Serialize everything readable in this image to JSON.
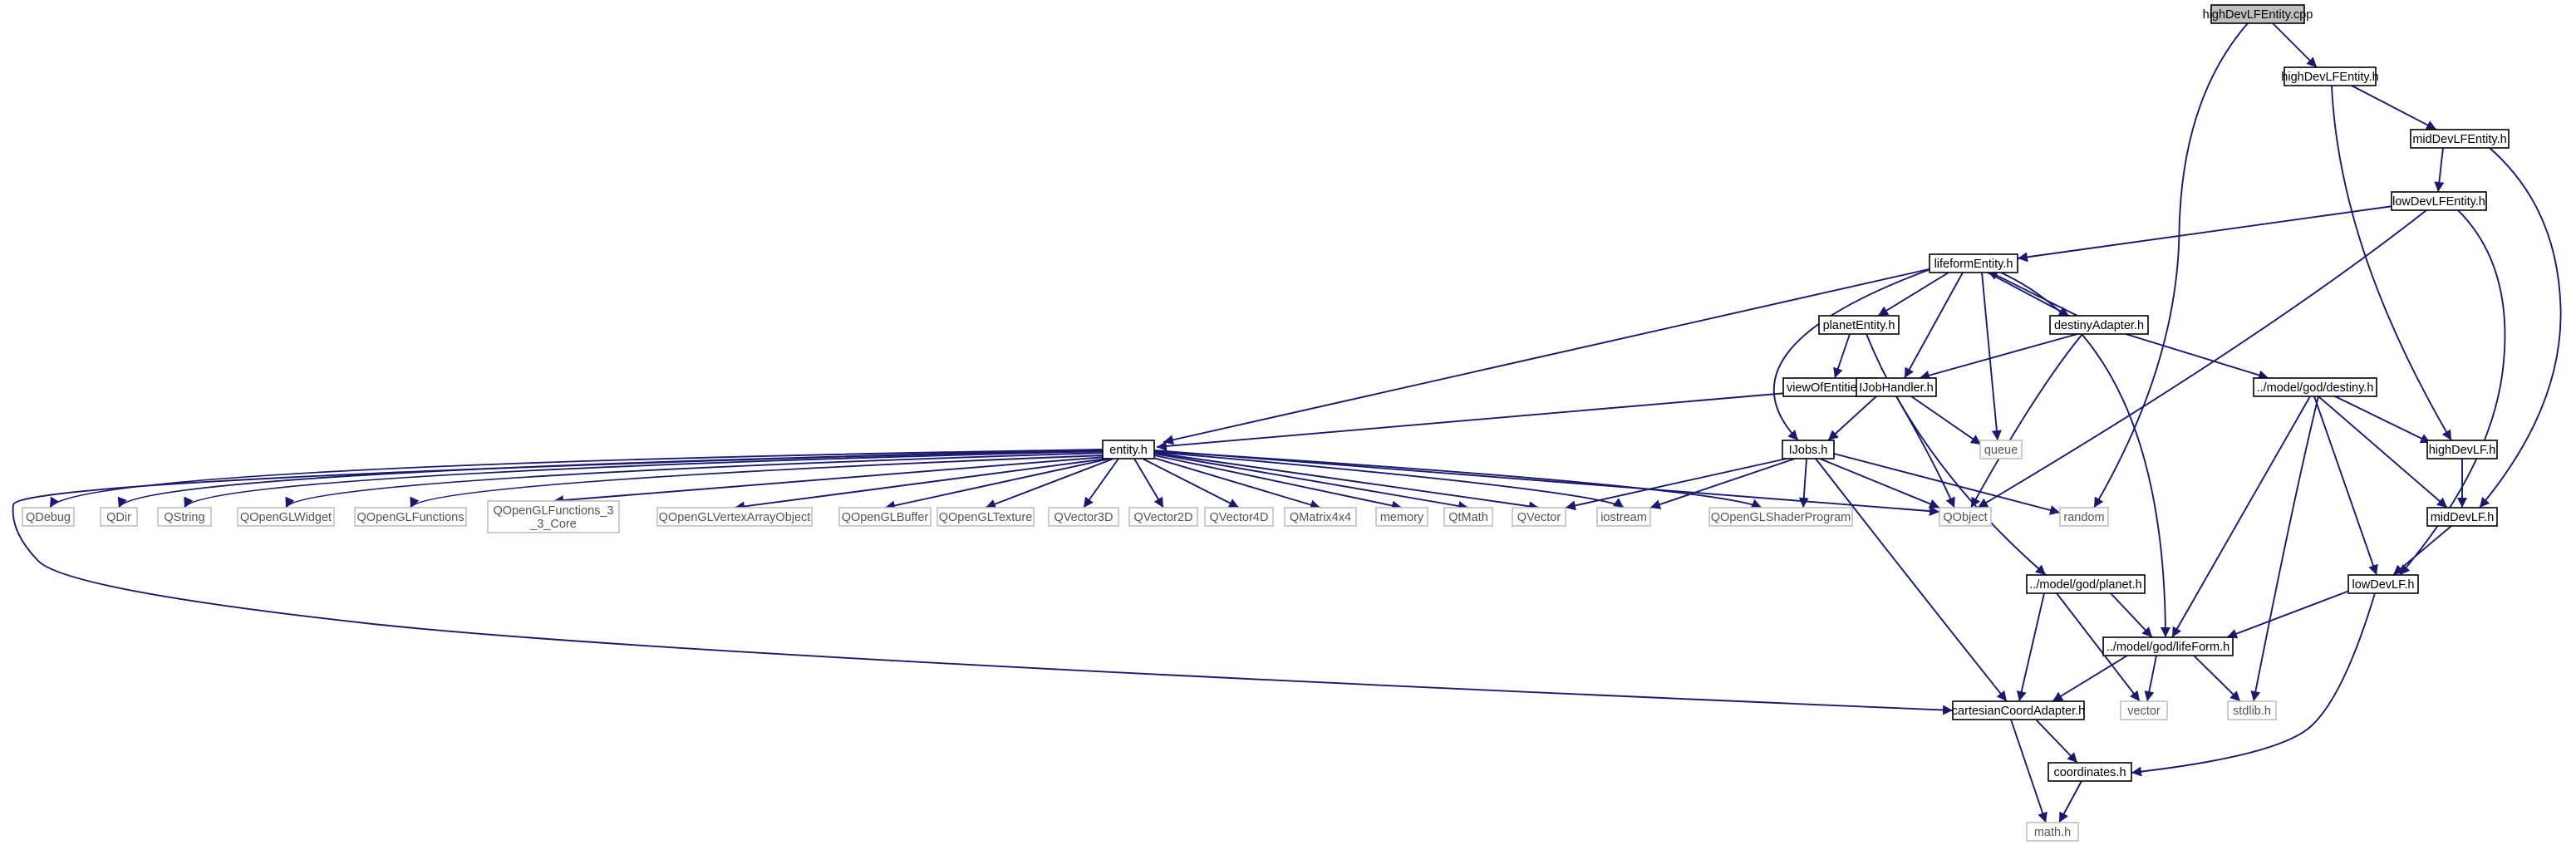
{
  "colors": {
    "edge": "#191970",
    "node_border": "#000000",
    "external_border": "#bfbfbf",
    "external_text": "#555555",
    "root_fill": "#bfbfbf",
    "node_fill": "#ffffff"
  },
  "graph": {
    "nodes": [
      {
        "id": "root",
        "label": "highDevLFEntity.cpp",
        "kind": "root"
      },
      {
        "id": "hdle_h",
        "label": "highDevLFEntity.h",
        "kind": "local"
      },
      {
        "id": "mdle_h",
        "label": "midDevLFEntity.h",
        "kind": "local"
      },
      {
        "id": "ldle_h",
        "label": "lowDevLFEntity.h",
        "kind": "local"
      },
      {
        "id": "lfe_h",
        "label": "lifeformEntity.h",
        "kind": "local"
      },
      {
        "id": "planetEntity",
        "label": "planetEntity.h",
        "kind": "local"
      },
      {
        "id": "destinyAdapter",
        "label": "destinyAdapter.h",
        "kind": "local"
      },
      {
        "id": "viewOfEntities",
        "label": "viewOfEntities.h",
        "kind": "local"
      },
      {
        "id": "IJobHandler",
        "label": "IJobHandler.h",
        "kind": "local"
      },
      {
        "id": "destiny_h",
        "label": "../model/god/destiny.h",
        "kind": "local"
      },
      {
        "id": "entity_h",
        "label": "entity.h",
        "kind": "local"
      },
      {
        "id": "IJobs_h",
        "label": "IJobs.h",
        "kind": "local"
      },
      {
        "id": "queue",
        "label": "queue",
        "kind": "external"
      },
      {
        "id": "highDevLF",
        "label": "highDevLF.h",
        "kind": "local"
      },
      {
        "id": "QDebug",
        "label": "QDebug",
        "kind": "external"
      },
      {
        "id": "QDir",
        "label": "QDir",
        "kind": "external"
      },
      {
        "id": "QString",
        "label": "QString",
        "kind": "external"
      },
      {
        "id": "QOpenGLWidget",
        "label": "QOpenGLWidget",
        "kind": "external"
      },
      {
        "id": "QOpenGLFunctions",
        "label": "QOpenGLFunctions",
        "kind": "external"
      },
      {
        "id": "QOpenGLFunctions33",
        "label": "QOpenGLFunctions_3|_3_Core",
        "kind": "external"
      },
      {
        "id": "QOpenGLVAO",
        "label": "QOpenGLVertexArrayObject",
        "kind": "external"
      },
      {
        "id": "QOpenGLBuffer",
        "label": "QOpenGLBuffer",
        "kind": "external"
      },
      {
        "id": "QOpenGLTexture",
        "label": "QOpenGLTexture",
        "kind": "external"
      },
      {
        "id": "QVector3D",
        "label": "QVector3D",
        "kind": "external"
      },
      {
        "id": "QVector2D",
        "label": "QVector2D",
        "kind": "external"
      },
      {
        "id": "QVector4D",
        "label": "QVector4D",
        "kind": "external"
      },
      {
        "id": "QMatrix4x4",
        "label": "QMatrix4x4",
        "kind": "external"
      },
      {
        "id": "memory",
        "label": "memory",
        "kind": "external"
      },
      {
        "id": "QtMath",
        "label": "QtMath",
        "kind": "external"
      },
      {
        "id": "QVector",
        "label": "QVector",
        "kind": "external"
      },
      {
        "id": "iostream",
        "label": "iostream",
        "kind": "external"
      },
      {
        "id": "QOpenGLShaderProgram",
        "label": "QOpenGLShaderProgram",
        "kind": "external"
      },
      {
        "id": "QObject",
        "label": "QObject",
        "kind": "external"
      },
      {
        "id": "random",
        "label": "random",
        "kind": "external"
      },
      {
        "id": "midDevLF",
        "label": "midDevLF.h",
        "kind": "local"
      },
      {
        "id": "planet_h",
        "label": "../model/god/planet.h",
        "kind": "local"
      },
      {
        "id": "lowDevLF",
        "label": "lowDevLF.h",
        "kind": "local"
      },
      {
        "id": "lifeForm_h",
        "label": "../model/god/lifeForm.h",
        "kind": "local"
      },
      {
        "id": "cartesian",
        "label": "cartesianCoordAdapter.h",
        "kind": "local"
      },
      {
        "id": "vector",
        "label": "vector",
        "kind": "external"
      },
      {
        "id": "stdlib",
        "label": "stdlib.h",
        "kind": "external"
      },
      {
        "id": "coordinates",
        "label": "coordinates.h",
        "kind": "local"
      },
      {
        "id": "math_h",
        "label": "math.h",
        "kind": "external"
      }
    ],
    "edges": [
      [
        "root",
        "hdle_h"
      ],
      [
        "root",
        "random"
      ],
      [
        "hdle_h",
        "mdle_h"
      ],
      [
        "hdle_h",
        "highDevLF"
      ],
      [
        "mdle_h",
        "ldle_h"
      ],
      [
        "mdle_h",
        "midDevLF"
      ],
      [
        "ldle_h",
        "lfe_h"
      ],
      [
        "ldle_h",
        "QObject"
      ],
      [
        "ldle_h",
        "lowDevLF"
      ],
      [
        "lfe_h",
        "planetEntity"
      ],
      [
        "lfe_h",
        "destinyAdapter"
      ],
      [
        "lfe_h",
        "entity_h"
      ],
      [
        "lfe_h",
        "IJobs_h"
      ],
      [
        "lfe_h",
        "IJobHandler"
      ],
      [
        "lfe_h",
        "queue"
      ],
      [
        "lfe_h",
        "lifeForm_h"
      ],
      [
        "destinyAdapter",
        "lfe_h"
      ],
      [
        "destinyAdapter",
        "IJobHandler"
      ],
      [
        "destinyAdapter",
        "destiny_h"
      ],
      [
        "destinyAdapter",
        "QObject"
      ],
      [
        "planetEntity",
        "viewOfEntities"
      ],
      [
        "planetEntity",
        "planet_h"
      ],
      [
        "viewOfEntities",
        "entity_h"
      ],
      [
        "IJobHandler",
        "IJobs_h"
      ],
      [
        "IJobHandler",
        "queue"
      ],
      [
        "IJobHandler",
        "QObject"
      ],
      [
        "destiny_h",
        "highDevLF"
      ],
      [
        "destiny_h",
        "midDevLF"
      ],
      [
        "destiny_h",
        "lowDevLF"
      ],
      [
        "destiny_h",
        "lifeForm_h"
      ],
      [
        "destiny_h",
        "stdlib"
      ],
      [
        "entity_h",
        "QDebug"
      ],
      [
        "entity_h",
        "QDir"
      ],
      [
        "entity_h",
        "QString"
      ],
      [
        "entity_h",
        "QOpenGLWidget"
      ],
      [
        "entity_h",
        "QOpenGLFunctions"
      ],
      [
        "entity_h",
        "QOpenGLFunctions33"
      ],
      [
        "entity_h",
        "QOpenGLVAO"
      ],
      [
        "entity_h",
        "QOpenGLBuffer"
      ],
      [
        "entity_h",
        "QOpenGLTexture"
      ],
      [
        "entity_h",
        "QVector3D"
      ],
      [
        "entity_h",
        "QVector2D"
      ],
      [
        "entity_h",
        "QVector4D"
      ],
      [
        "entity_h",
        "QMatrix4x4"
      ],
      [
        "entity_h",
        "memory"
      ],
      [
        "entity_h",
        "QtMath"
      ],
      [
        "entity_h",
        "QVector"
      ],
      [
        "entity_h",
        "iostream"
      ],
      [
        "entity_h",
        "QOpenGLShaderProgram"
      ],
      [
        "entity_h",
        "QObject"
      ],
      [
        "entity_h",
        "cartesian"
      ],
      [
        "IJobs_h",
        "QVector"
      ],
      [
        "IJobs_h",
        "iostream"
      ],
      [
        "IJobs_h",
        "QOpenGLShaderProgram"
      ],
      [
        "IJobs_h",
        "QObject"
      ],
      [
        "IJobs_h",
        "random"
      ],
      [
        "IJobs_h",
        "cartesian"
      ],
      [
        "highDevLF",
        "midDevLF"
      ],
      [
        "midDevLF",
        "lowDevLF"
      ],
      [
        "lowDevLF",
        "lifeForm_h"
      ],
      [
        "lowDevLF",
        "coordinates"
      ],
      [
        "planet_h",
        "lifeForm_h"
      ],
      [
        "planet_h",
        "cartesian"
      ],
      [
        "planet_h",
        "vector"
      ],
      [
        "lifeForm_h",
        "cartesian"
      ],
      [
        "lifeForm_h",
        "vector"
      ],
      [
        "lifeForm_h",
        "stdlib"
      ],
      [
        "cartesian",
        "coordinates"
      ],
      [
        "cartesian",
        "math_h"
      ],
      [
        "coordinates",
        "math_h"
      ]
    ]
  }
}
